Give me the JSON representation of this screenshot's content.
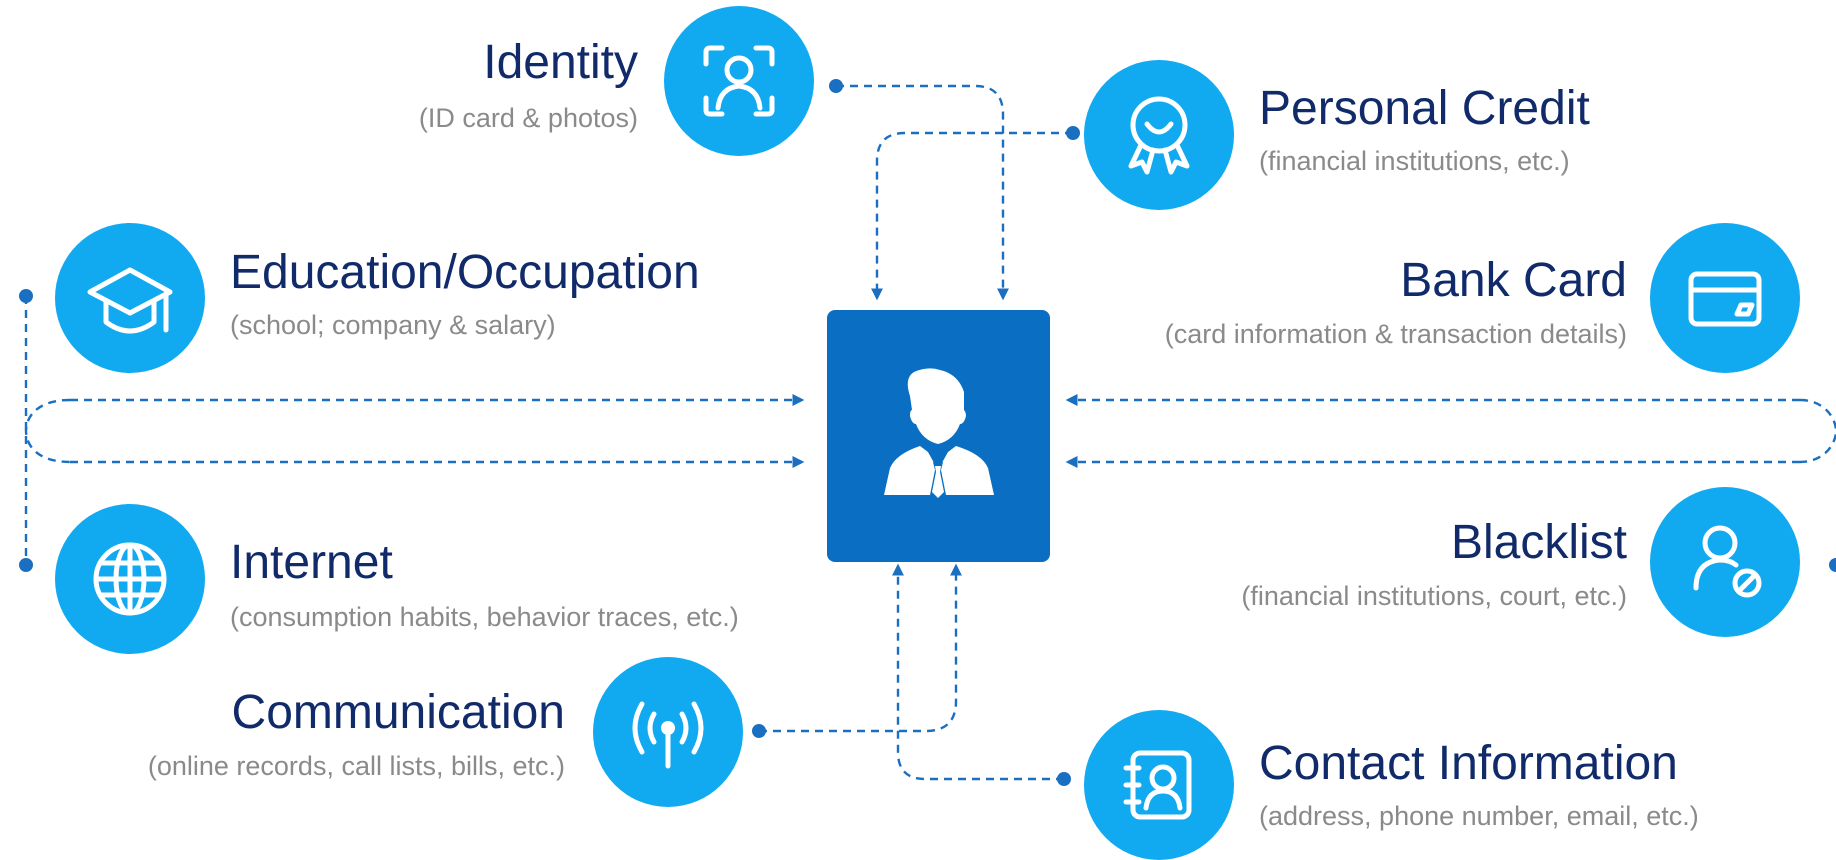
{
  "colors": {
    "node": "#11aaf0",
    "center": "#0a6fc2",
    "connector": "#1b6fc1",
    "title": "#102a6a",
    "subtitle": "#8a8a8a"
  },
  "center": {
    "icon": "businessman-icon"
  },
  "nodes": {
    "identity": {
      "title": "Identity",
      "subtitle": "(ID card & photos)",
      "icon": "face-scan-icon"
    },
    "personal_credit": {
      "title": "Personal Credit",
      "subtitle": "(financial institutions, etc.)",
      "icon": "award-badge-icon"
    },
    "education": {
      "title": "Education/Occupation",
      "subtitle": "(school; company & salary)",
      "icon": "graduation-cap-icon"
    },
    "bank_card": {
      "title": "Bank Card",
      "subtitle": "(card information & transaction details)",
      "icon": "credit-card-icon"
    },
    "internet": {
      "title": "Internet",
      "subtitle": "(consumption habits, behavior traces, etc.)",
      "icon": "globe-icon"
    },
    "blacklist": {
      "title": "Blacklist",
      "subtitle": "(financial institutions, court, etc.)",
      "icon": "user-blocked-icon"
    },
    "communication": {
      "title": "Communication",
      "subtitle": "(online records, call lists, bills, etc.)",
      "icon": "signal-antenna-icon"
    },
    "contact": {
      "title": "Contact Information",
      "subtitle": "(address, phone number, email, etc.)",
      "icon": "contact-card-icon"
    }
  }
}
